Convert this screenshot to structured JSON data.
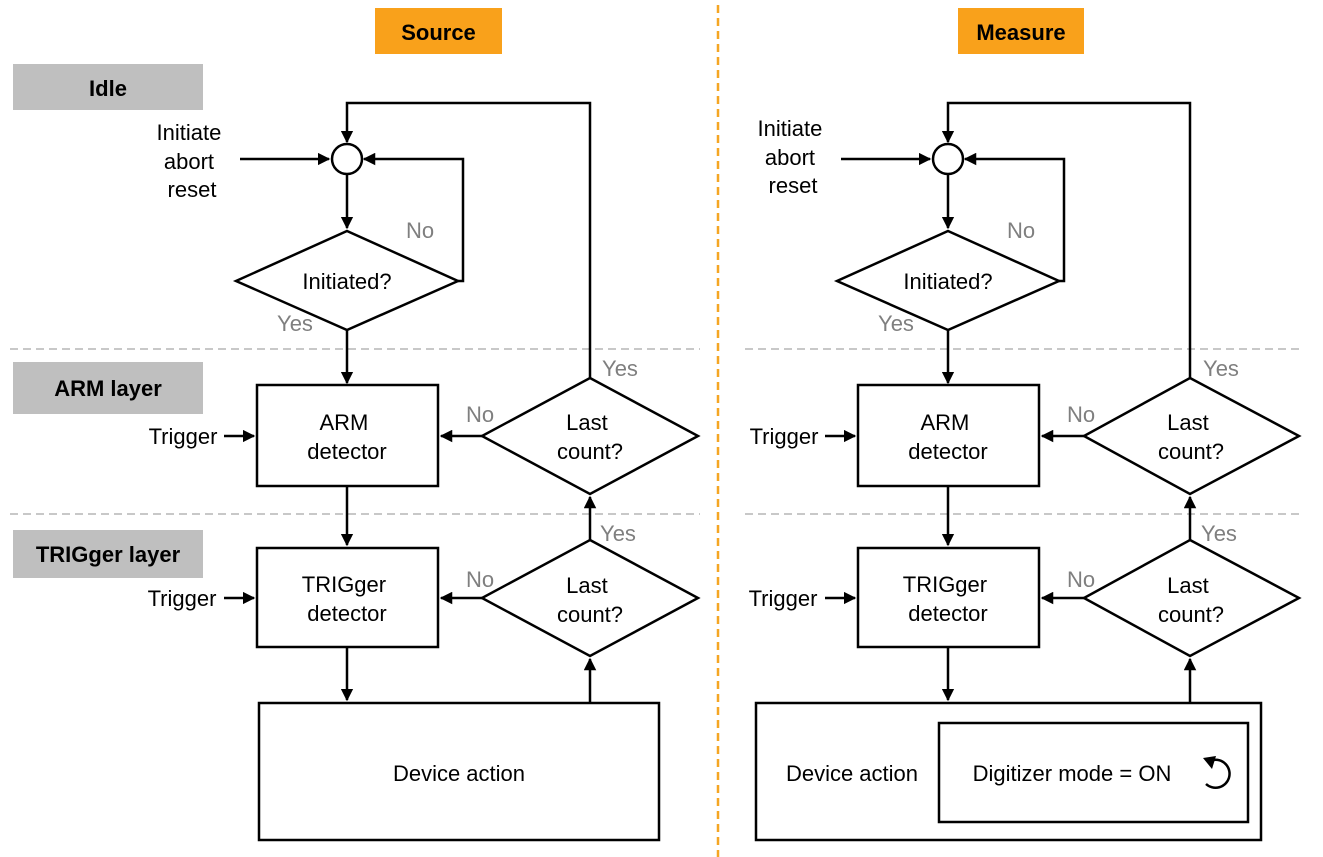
{
  "columns": {
    "source": {
      "title": "Source"
    },
    "measure": {
      "title": "Measure"
    }
  },
  "layers": {
    "idle": "Idle",
    "arm": "ARM layer",
    "trigger": "TRIGger layer"
  },
  "flow": {
    "initiate_lines": [
      "Initiate",
      "abort",
      "reset"
    ],
    "initiated_q": "Initiated?",
    "no": "No",
    "yes": "Yes",
    "trigger_input": "Trigger",
    "arm_detector": [
      "ARM",
      "detector"
    ],
    "trigger_detector": [
      "TRIGger",
      "detector"
    ],
    "last_count": [
      "Last",
      "count?"
    ],
    "device_action": "Device action",
    "digitizer_mode": "Digitizer mode = ON"
  },
  "colors": {
    "header_bg": "#f9a11b",
    "layer_bg": "#bfbfbf",
    "divider": "#f5a623",
    "dashed": "#c8c8c8",
    "yes_no_text": "#7f7f7f"
  }
}
